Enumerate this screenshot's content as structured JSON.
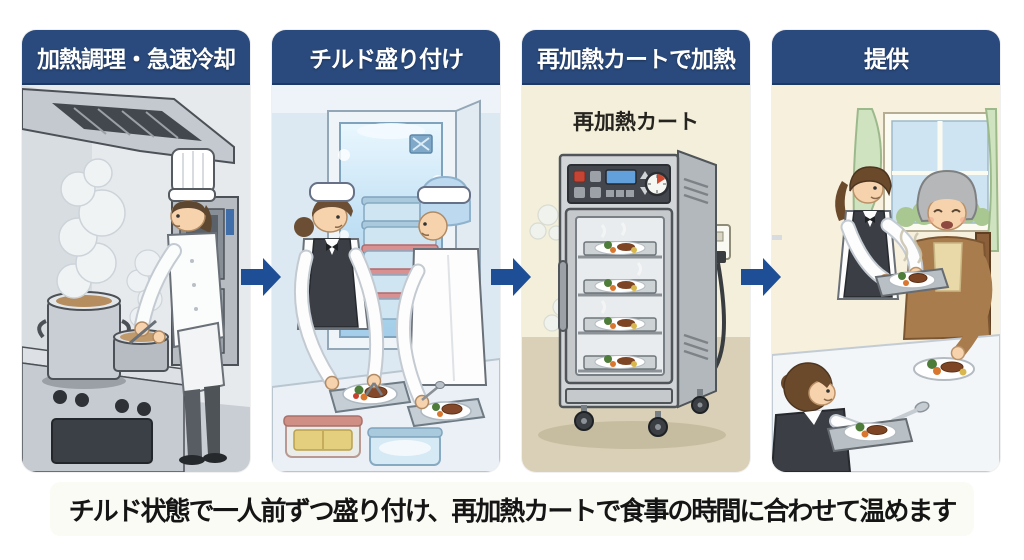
{
  "diagram_title": "cook-chill meal service process",
  "steps": [
    {
      "title": "加熱調理・急速冷却",
      "scene": "chef cooking with steaming pots under range hood"
    },
    {
      "title": "チルド盛り付け",
      "scene": "two staff plating chilled meals onto trays in front of walk-in chiller"
    },
    {
      "title": "再加熱カートで加熱",
      "equipment_label": "再加熱カート",
      "scene": "reheating cart with four steaming meal trays plugged into wall outlet"
    },
    {
      "title": "提供",
      "scene": "staff serving hot meal tray to seated elderly resident by a window"
    }
  ],
  "caption": "チルド状態で一人前ずつ盛り付け、再加熱カートで食事の時間に合わせて温めます",
  "icons": {
    "flow_arrow": "right-arrow"
  },
  "colors": {
    "step_header_bg": "#2a4a7d",
    "step_header_text": "#ffffff",
    "flow_arrow": "#1e4f96",
    "panel1_bg": "#e7eaed",
    "panel2_bg": "#dde9f2",
    "panel3_bg": "#f3efdb",
    "panel4_bg": "#f6f0dc",
    "caption_bg": "#fbfbf5",
    "caption_text": "#151515"
  }
}
